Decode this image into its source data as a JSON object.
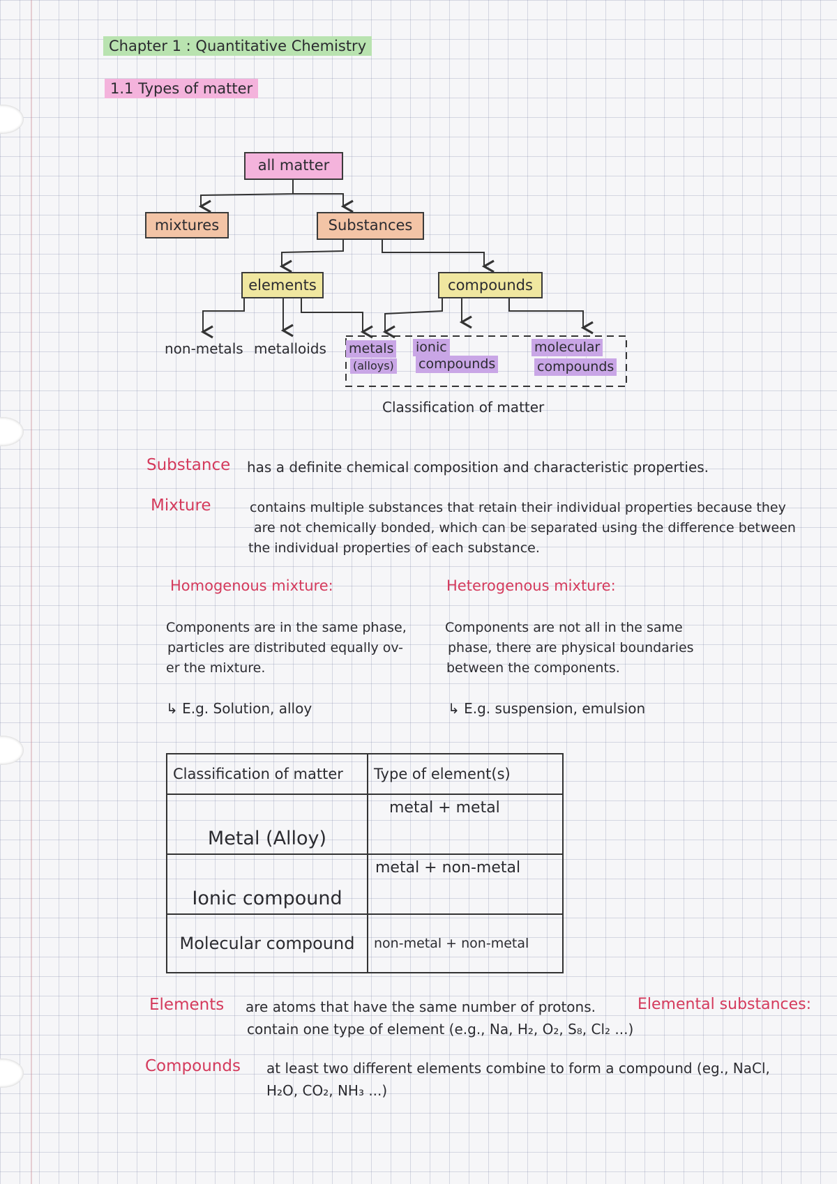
{
  "header": {
    "chapter_title": "Chapter 1 : Quantitative Chemistry",
    "section_title": "1.1 Types of matter"
  },
  "diagram": {
    "all_matter": "all matter",
    "mixtures": "mixtures",
    "substances": "Substances",
    "elements": "elements",
    "compounds": "compounds",
    "non_metals": "non-metals",
    "metalloids": "metalloids",
    "metals": "metals",
    "alloys": "(alloys)",
    "ionic": "ionic",
    "ionic_compounds": "compounds",
    "molecular": "molecular",
    "molecular_compounds": "compounds",
    "caption": "Classification of matter"
  },
  "definitions": {
    "substance_term": "Substance",
    "substance_text": "has a definite chemical composition and characteristic properties.",
    "mixture_term": "Mixture",
    "mixture_line1": "contains multiple substances that retain their individual properties because they",
    "mixture_line2": "are not chemically bonded, which can be separated using the difference between",
    "mixture_line3": "the individual properties of each substance."
  },
  "mixture_types": {
    "homo_title": "Homogenous mixture:",
    "homo_line1": "Components are in the same phase,",
    "homo_line2": "particles are distributed equally ov-",
    "homo_line3": "er the mixture.",
    "homo_example": "↳ E.g. Solution, alloy",
    "hetero_title": "Heterogenous mixture:",
    "hetero_line1": "Components are not all in the same",
    "hetero_line2": "phase, there are physical boundaries",
    "hetero_line3": "between the components.",
    "hetero_example": "↳ E.g. suspension, emulsion"
  },
  "table": {
    "header_col1": "Classification of matter",
    "header_col2": "Type of element(s)",
    "rows": [
      {
        "classification": "Metal (Alloy)",
        "type": "metal + metal"
      },
      {
        "classification": "Ionic compound",
        "type": "metal + non-metal"
      },
      {
        "classification": "Molecular compound",
        "type": "non-metal + non-metal"
      }
    ]
  },
  "elements_section": {
    "term": "Elements",
    "line1": "are atoms that have the same number of protons.",
    "elemental_term": "Elemental substances:",
    "line2": "contain one type of element (e.g., Na, H₂, O₂, S₈, Cl₂ ...)"
  },
  "compounds_section": {
    "term": "Compounds",
    "line1": "at least two different elements combine to form a compound (eg., NaCl,",
    "line2": "H₂O, CO₂, NH₃ ...)"
  },
  "colors": {
    "green_highlight": "#b9e3b0",
    "pink_highlight": "#f4b3dc",
    "orange_box": "#f3c4a6",
    "yellow_box": "#f0e7a0",
    "purple_highlight": "#c9a6e6",
    "term_red": "#d43a5c"
  }
}
